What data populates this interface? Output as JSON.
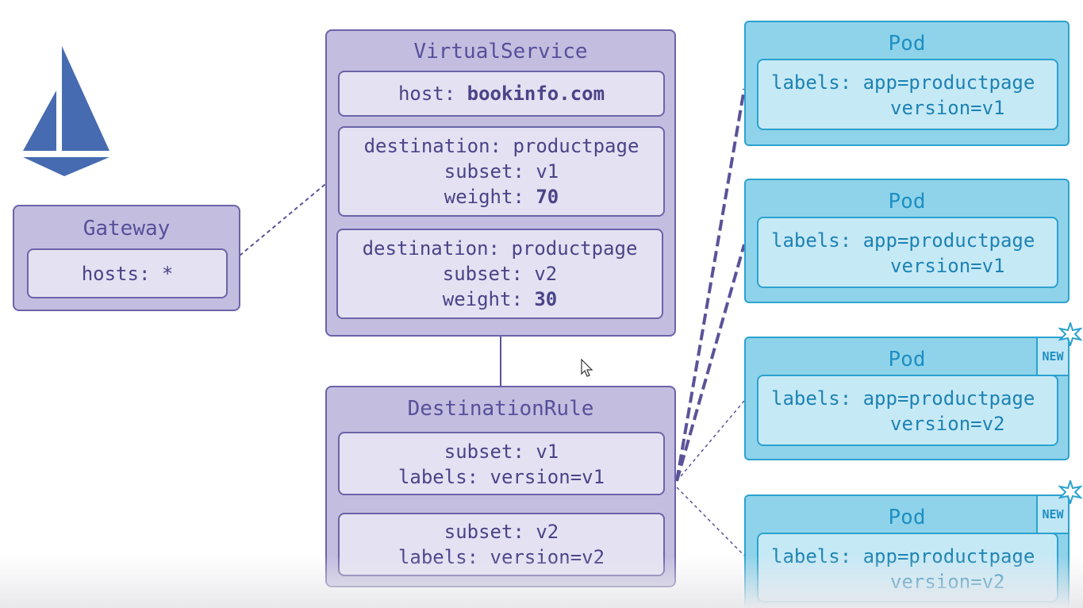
{
  "gateway": {
    "title": "Gateway",
    "hosts": "hosts: *"
  },
  "virtual_service": {
    "title": "VirtualService",
    "host_label": "host: ",
    "host_value": "bookinfo.com",
    "routes": [
      {
        "destination": "destination: productpage",
        "subset": "subset: v1",
        "weight_label": "weight: ",
        "weight": "70"
      },
      {
        "destination": "destination: productpage",
        "subset": "subset: v2",
        "weight_label": "weight: ",
        "weight": "30"
      }
    ]
  },
  "destination_rule": {
    "title": "DestinationRule",
    "subsets": [
      {
        "subset": "subset: v1",
        "labels": "labels: version=v1"
      },
      {
        "subset": "subset: v2",
        "labels": "labels: version=v2"
      }
    ]
  },
  "pods": [
    {
      "title": "Pod",
      "labels": "labels: app=productpage",
      "version": "version=v1",
      "badge": ""
    },
    {
      "title": "Pod",
      "labels": "labels: app=productpage",
      "version": "version=v1",
      "badge": ""
    },
    {
      "title": "Pod",
      "labels": "labels: app=productpage",
      "version": "version=v2",
      "badge": "NEW"
    },
    {
      "title": "Pod",
      "labels": "labels: app=productpage",
      "version": "version=v2",
      "badge": "NEW"
    }
  ],
  "colors": {
    "config_fill": "#c3bde0",
    "config_border": "#6b64a8",
    "pod_fill": "#8fd3ea",
    "pod_border": "#2ba2cf",
    "logo": "#466bb0"
  }
}
